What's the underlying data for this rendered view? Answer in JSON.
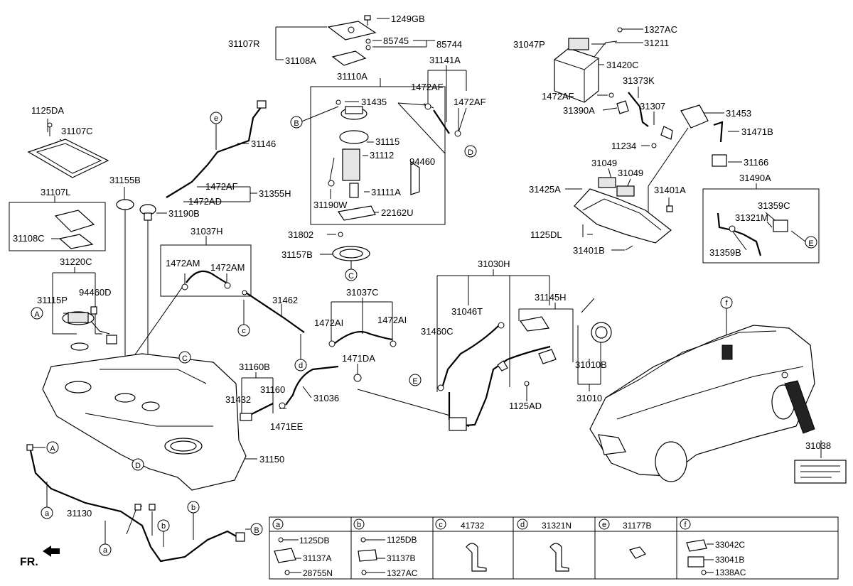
{
  "callouts": [
    {
      "id": "c-1249GB",
      "text": "1249GB"
    },
    {
      "id": "c-31107R",
      "text": "31107R"
    },
    {
      "id": "c-85745",
      "text": "85745"
    },
    {
      "id": "c-85744",
      "text": "85744"
    },
    {
      "id": "c-31108A",
      "text": "31108A"
    },
    {
      "id": "c-31110A",
      "text": "31110A"
    },
    {
      "id": "c-31141A",
      "text": "31141A"
    },
    {
      "id": "c-1472AF-a",
      "text": "1472AF"
    },
    {
      "id": "c-1472AF-b",
      "text": "1472AF"
    },
    {
      "id": "c-31435",
      "text": "31435"
    },
    {
      "id": "c-31115",
      "text": "31115"
    },
    {
      "id": "c-31112",
      "text": "31112"
    },
    {
      "id": "c-94460",
      "text": "94460"
    },
    {
      "id": "c-31111A",
      "text": "31111A"
    },
    {
      "id": "c-31190W",
      "text": "31190W"
    },
    {
      "id": "c-22162U",
      "text": "22162U"
    },
    {
      "id": "c-31802",
      "text": "31802"
    },
    {
      "id": "c-31157B",
      "text": "31157B"
    },
    {
      "id": "c-1125DA",
      "text": "1125DA"
    },
    {
      "id": "c-31107C",
      "text": "31107C"
    },
    {
      "id": "c-31107L",
      "text": "31107L"
    },
    {
      "id": "c-31108C",
      "text": "31108C"
    },
    {
      "id": "c-31146",
      "text": "31146"
    },
    {
      "id": "c-31155B",
      "text": "31155B"
    },
    {
      "id": "c-1472AF-c",
      "text": "1472AF"
    },
    {
      "id": "c-1472AD",
      "text": "1472AD"
    },
    {
      "id": "c-31355H",
      "text": "31355H"
    },
    {
      "id": "c-31190B",
      "text": "31190B"
    },
    {
      "id": "c-31037H",
      "text": "31037H"
    },
    {
      "id": "c-1472AM-a",
      "text": "1472AM"
    },
    {
      "id": "c-1472AM-b",
      "text": "1472AM"
    },
    {
      "id": "c-31220C",
      "text": "31220C"
    },
    {
      "id": "c-31115P",
      "text": "31115P"
    },
    {
      "id": "c-94460D",
      "text": "94460D"
    },
    {
      "id": "c-31462",
      "text": "31462"
    },
    {
      "id": "c-31037C",
      "text": "31037C"
    },
    {
      "id": "c-1472AI-a",
      "text": "1472AI"
    },
    {
      "id": "c-1472AI-b",
      "text": "1472AI"
    },
    {
      "id": "c-31030H",
      "text": "31030H"
    },
    {
      "id": "c-31046T",
      "text": "31046T"
    },
    {
      "id": "c-31145H",
      "text": "31145H"
    },
    {
      "id": "c-31460C",
      "text": "31460C"
    },
    {
      "id": "c-31010B",
      "text": "31010B"
    },
    {
      "id": "c-31010",
      "text": "31010"
    },
    {
      "id": "c-1471DA",
      "text": "1471DA"
    },
    {
      "id": "c-31160B",
      "text": "31160B"
    },
    {
      "id": "c-31432",
      "text": "31432"
    },
    {
      "id": "c-31160",
      "text": "31160"
    },
    {
      "id": "c-31036",
      "text": "31036"
    },
    {
      "id": "c-1471EE",
      "text": "1471EE"
    },
    {
      "id": "c-1125AD",
      "text": "1125AD"
    },
    {
      "id": "c-31150",
      "text": "31150"
    },
    {
      "id": "c-31130",
      "text": "31130"
    },
    {
      "id": "c-31047P",
      "text": "31047P"
    },
    {
      "id": "c-1327AC",
      "text": "1327AC"
    },
    {
      "id": "c-31211",
      "text": "31211"
    },
    {
      "id": "c-31420C",
      "text": "31420C"
    },
    {
      "id": "c-31373K",
      "text": "31373K"
    },
    {
      "id": "c-1472AF-d",
      "text": "1472AF"
    },
    {
      "id": "c-31390A",
      "text": "31390A"
    },
    {
      "id": "c-31307",
      "text": "31307"
    },
    {
      "id": "c-31453",
      "text": "31453"
    },
    {
      "id": "c-31471B",
      "text": "31471B"
    },
    {
      "id": "c-11234",
      "text": "11234"
    },
    {
      "id": "c-31166",
      "text": "31166"
    },
    {
      "id": "c-31049-a",
      "text": "31049"
    },
    {
      "id": "c-31049-b",
      "text": "31049"
    },
    {
      "id": "c-31490A",
      "text": "31490A"
    },
    {
      "id": "c-31425A",
      "text": "31425A"
    },
    {
      "id": "c-31401A",
      "text": "31401A"
    },
    {
      "id": "c-31359C",
      "text": "31359C"
    },
    {
      "id": "c-31321M",
      "text": "31321M"
    },
    {
      "id": "c-1125DL",
      "text": "1125DL"
    },
    {
      "id": "c-31401B",
      "text": "31401B"
    },
    {
      "id": "c-31359B",
      "text": "31359B"
    },
    {
      "id": "c-31038",
      "text": "31038"
    }
  ],
  "ref_circles": {
    "A": "A",
    "B": "B",
    "C": "C",
    "D": "D",
    "E": "E",
    "a": "a",
    "b": "b",
    "c": "c",
    "d": "d",
    "e": "e",
    "f": "f"
  },
  "legend": [
    {
      "key": "a",
      "items": [
        "1125DB",
        "31137A",
        "28755N"
      ]
    },
    {
      "key": "b",
      "items": [
        "1125DB",
        "31137B",
        "1327AC"
      ]
    },
    {
      "key": "c",
      "items": [
        "41732"
      ]
    },
    {
      "key": "d",
      "items": [
        "31321N"
      ]
    },
    {
      "key": "e",
      "items": [
        "31177B"
      ]
    },
    {
      "key": "f",
      "items": [
        "33042C",
        "33041B",
        "1338AC"
      ]
    }
  ],
  "direction": {
    "label": "FR."
  }
}
